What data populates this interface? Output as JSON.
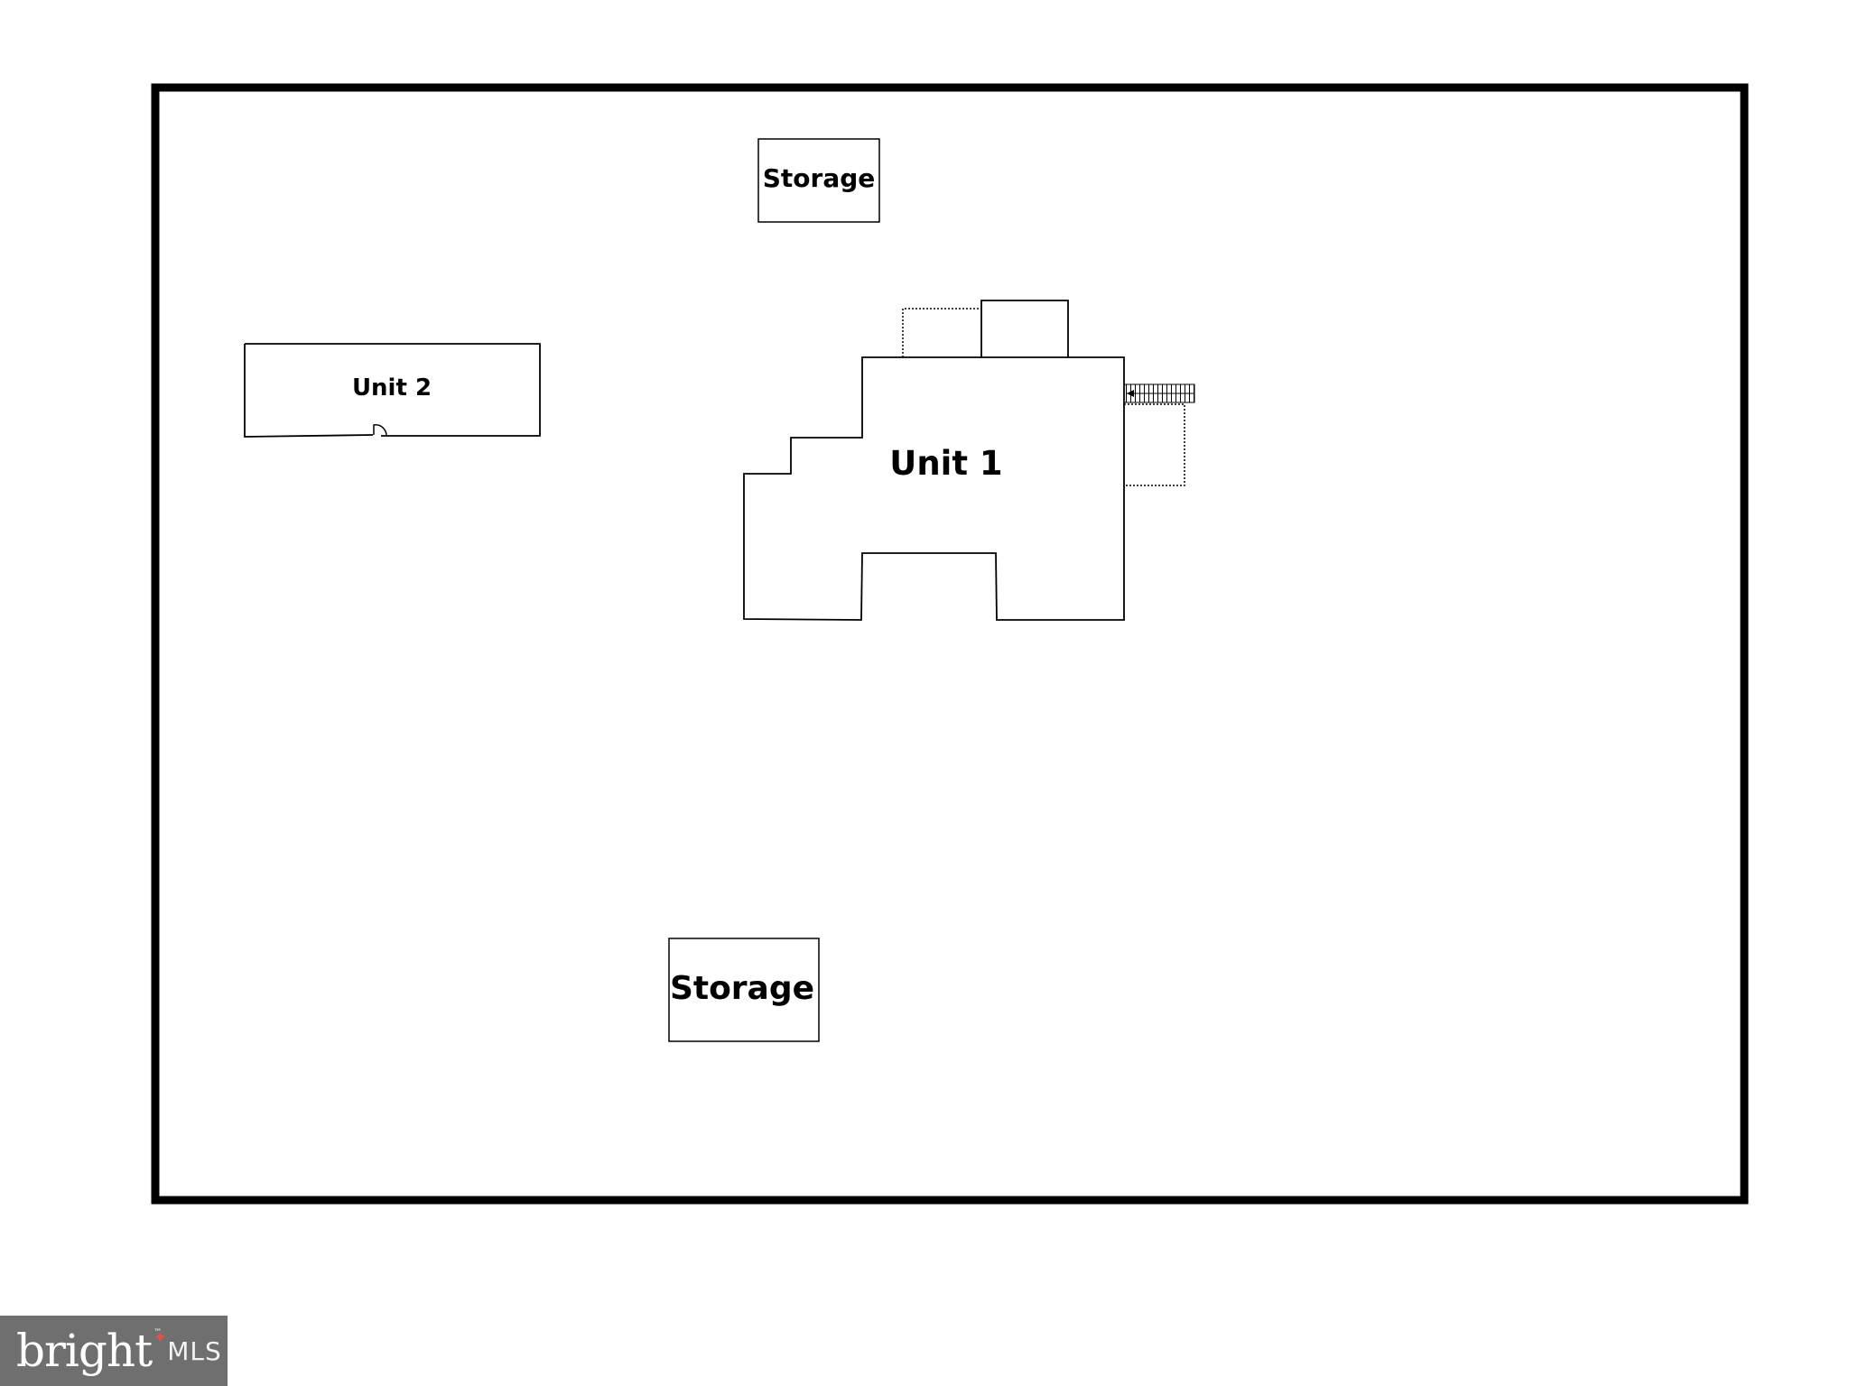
{
  "rooms": {
    "storage_top": "Storage",
    "unit_2": "Unit 2",
    "unit_1": "Unit 1",
    "storage_bottom": "Storage"
  },
  "watermark": {
    "brand": "bright",
    "trademark": "™",
    "suffix": "MLS"
  },
  "colors": {
    "line": "#000000",
    "background": "#ffffff",
    "watermark_bg": "#6f6f6f",
    "watermark_accent": "#d9534f"
  }
}
